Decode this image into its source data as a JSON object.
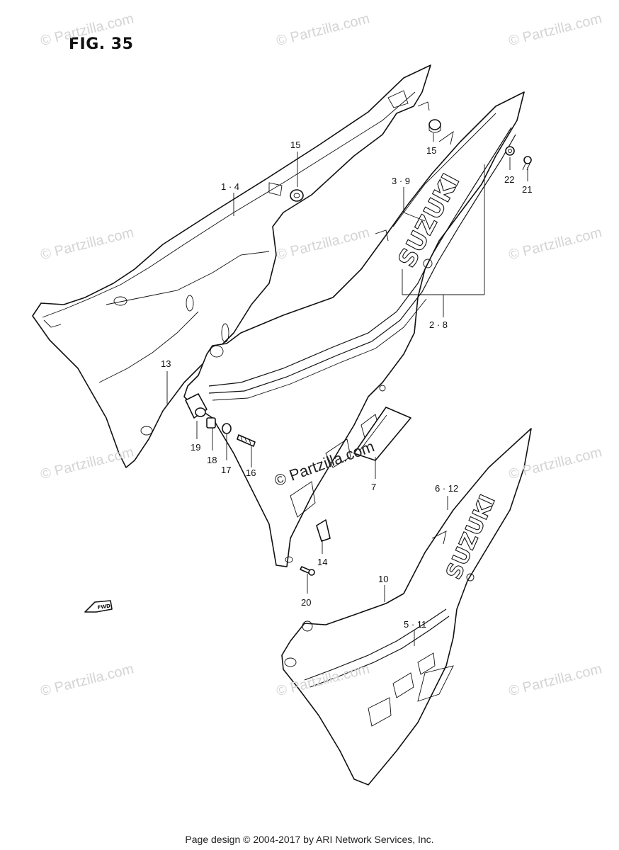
{
  "figure": {
    "title": "FIG. 35"
  },
  "watermarks": {
    "text": "© Partzilla.com",
    "center_text": "© Partzilla.com"
  },
  "brand_marks": {
    "logo_text": "SUZUKI"
  },
  "direction_marker": {
    "label": "FWD"
  },
  "callouts": {
    "c1_4": "1 · 4",
    "c3_9": "3 · 9",
    "c2_8": "2 · 8",
    "c15a": "15",
    "c15b": "15",
    "c22": "22",
    "c21": "21",
    "c13": "13",
    "c19": "19",
    "c18": "18",
    "c17": "17",
    "c16": "16",
    "c7": "7",
    "c6_12": "6 · 12",
    "c14": "14",
    "c20": "20",
    "c10": "10",
    "c5_11": "5 · 11"
  },
  "footer": {
    "text": "Page design © 2004-2017 by ARI Network Services, Inc."
  }
}
